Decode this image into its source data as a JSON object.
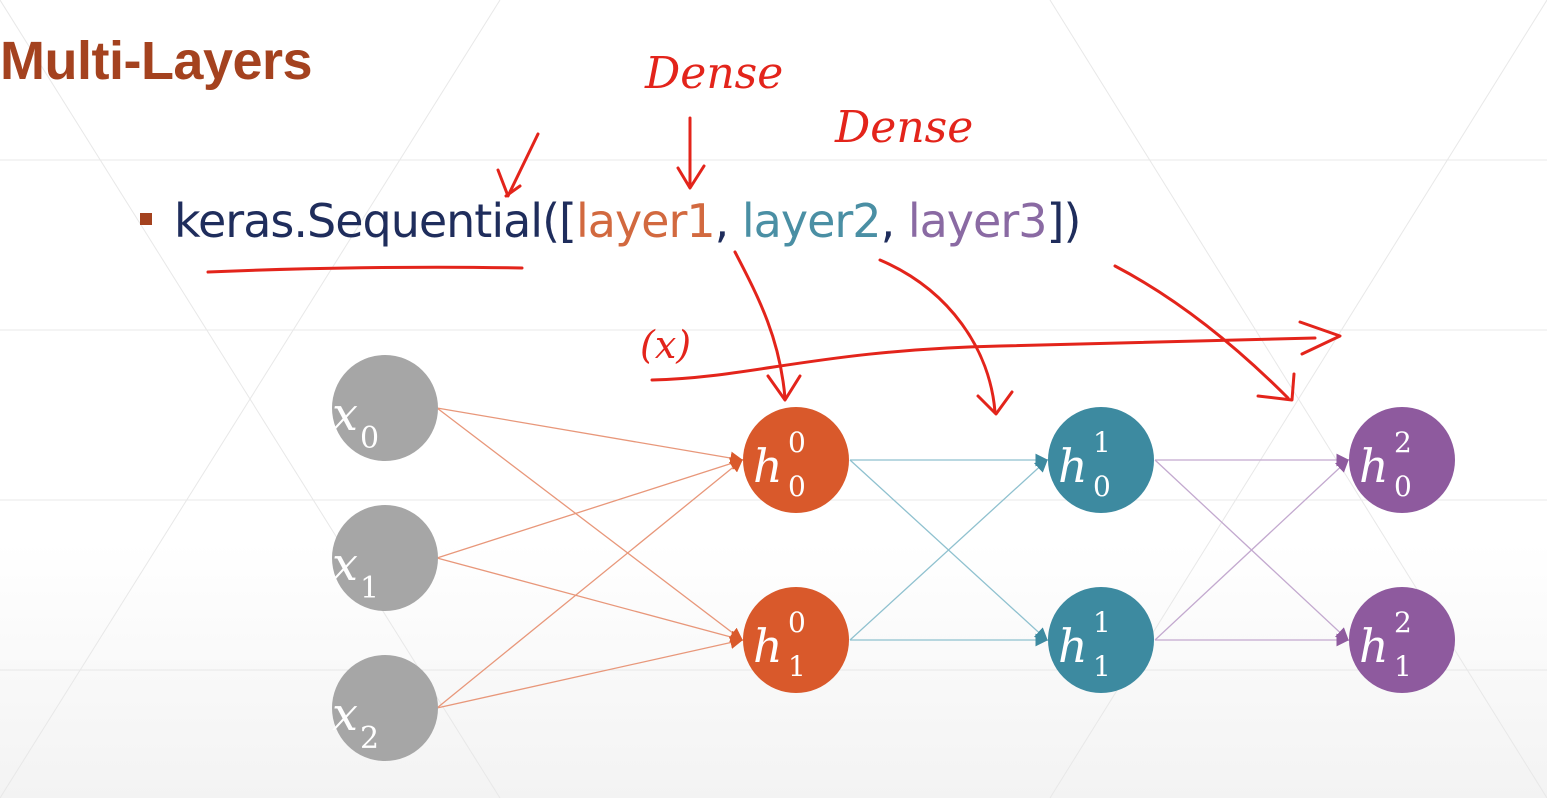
{
  "slide": {
    "title": "Multi-Layers",
    "bullet": {
      "prefix": "keras.Sequential([",
      "layer1": "layer1",
      "sep1": ", ",
      "layer2": "layer2",
      "sep2": ", ",
      "layer3": "layer3",
      "suffix": "])"
    }
  },
  "annotations": {
    "dense_1": "Dense",
    "dense_2": "Dense",
    "input_x": "(x)"
  },
  "network": {
    "input_nodes": [
      {
        "base": "x",
        "sub": "0"
      },
      {
        "base": "x",
        "sub": "1"
      },
      {
        "base": "x",
        "sub": "2"
      }
    ],
    "layer0_nodes": [
      {
        "base": "h",
        "sub": "0",
        "sup": "0"
      },
      {
        "base": "h",
        "sub": "1",
        "sup": "0"
      }
    ],
    "layer1_nodes": [
      {
        "base": "h",
        "sub": "0",
        "sup": "1"
      },
      {
        "base": "h",
        "sub": "1",
        "sup": "1"
      }
    ],
    "layer2_nodes": [
      {
        "base": "h",
        "sub": "0",
        "sup": "2"
      },
      {
        "base": "h",
        "sub": "1",
        "sup": "2"
      }
    ]
  },
  "colors": {
    "title": "#a4421f",
    "input_node": "#a6a6a6",
    "layer0": "#d9592b",
    "layer1": "#3d8aa0",
    "layer2": "#8e5a9e",
    "annotation_ink": "#e3241b"
  }
}
